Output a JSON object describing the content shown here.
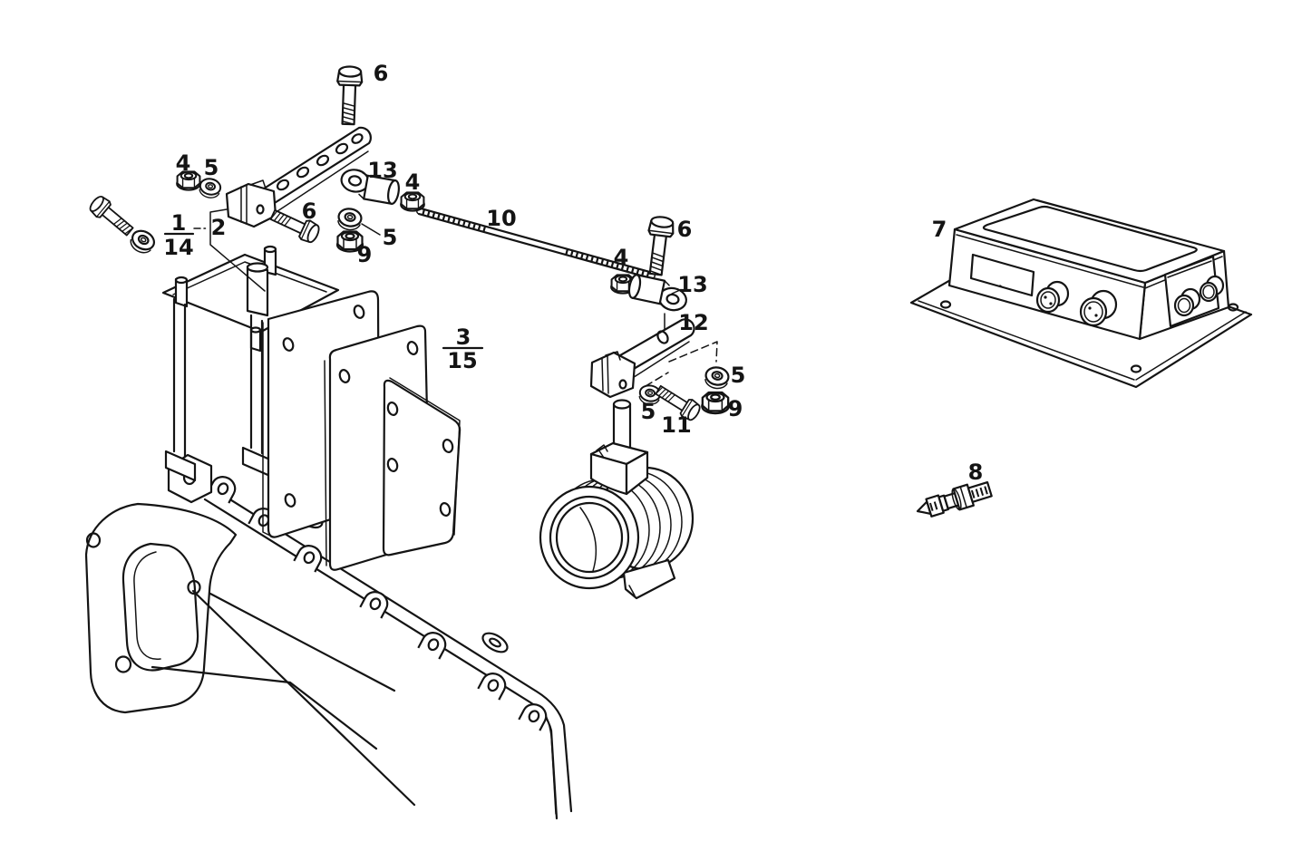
{
  "colors": {
    "background": "#ffffff",
    "line": "#141414"
  },
  "callouts": [
    {
      "id": "bolt-top",
      "text": "6"
    },
    {
      "id": "nut-upper-left",
      "text": "4"
    },
    {
      "id": "washer-upper-left",
      "text": "5"
    },
    {
      "id": "lever-upper",
      "text": "2"
    },
    {
      "id": "rod-end-left",
      "text": "13"
    },
    {
      "id": "nut-mid-left",
      "text": "4"
    },
    {
      "id": "bolt-mid",
      "text": "6"
    },
    {
      "id": "washer-mid",
      "text": "5"
    },
    {
      "id": "nut-mid",
      "text": "9"
    },
    {
      "id": "control-rod",
      "text": "10"
    },
    {
      "id": "bolt-right",
      "text": "6"
    },
    {
      "id": "nut-right",
      "text": "4"
    },
    {
      "id": "rod-end-right",
      "text": "13"
    },
    {
      "id": "control-lever",
      "text": "12"
    },
    {
      "id": "washer-right-upper",
      "text": "5"
    },
    {
      "id": "washer-right-lower",
      "text": "5"
    },
    {
      "id": "bolt-small",
      "text": "11"
    },
    {
      "id": "nut-right-lower",
      "text": "9"
    },
    {
      "id": "control-box",
      "text": "7"
    },
    {
      "id": "sensor",
      "text": "8"
    }
  ],
  "fractions": [
    {
      "id": "bracket-assembly",
      "numerator": "1",
      "denominator": "14"
    },
    {
      "id": "plate-assembly",
      "numerator": "3",
      "denominator": "15"
    }
  ]
}
